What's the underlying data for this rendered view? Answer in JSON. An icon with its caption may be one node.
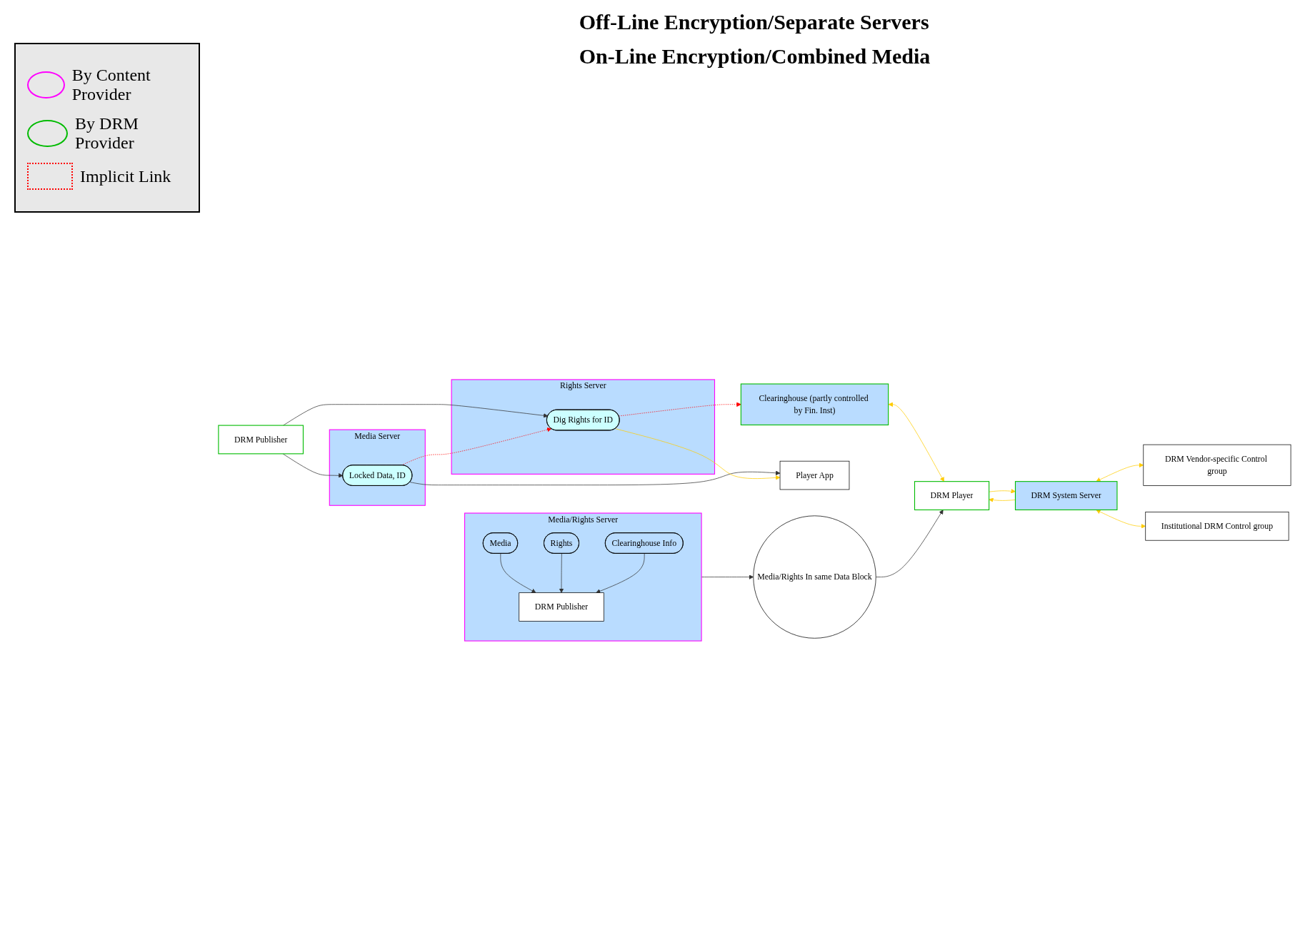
{
  "diagram": {
    "nodes": [
      {
        "text": [
          "Media Server"
        ]
      },
      {
        "text": [
          "Locked Data, ID"
        ],
        "in": 0
      },
      {
        "text": [
          "DRM Publisher"
        ]
      },
      {
        "text": [
          "Rights Server"
        ]
      },
      {
        "text": [
          "Dig Rights for ID"
        ],
        "in": 3
      },
      {
        "text": [
          "Clearinghouse (partly controlled by Fin. Inst)"
        ]
      },
      {
        "text": [
          "Player App"
        ]
      },
      {
        "text": [
          "DRM Player"
        ]
      },
      {
        "text": [
          "Media/Rights In same Data Block"
        ]
      },
      {
        "text": [
          "DRM System Server"
        ]
      },
      {
        "text": [
          "DRM Vendor-specific Control group"
        ]
      },
      {
        "text": [
          "Institutional DRM Control group"
        ]
      },
      {
        "text": [
          "Media/Rights Server"
        ]
      },
      {
        "text": [
          "Media"
        ],
        "in": 12
      },
      {
        "text": [
          "DRM Publisher"
        ],
        "in": 12
      },
      {
        "text": [
          "Rights"
        ],
        "in": 12
      },
      {
        "text": [
          "Clearinghouse Info"
        ],
        "in": 12
      }
    ],
    "edges": [
      {
        "from": 2,
        "to": 1,
        "arrow": "to"
      },
      {
        "from": 2,
        "to": 4,
        "arrow": "to"
      },
      {
        "from": 1,
        "to": 4,
        "arrow": "to",
        "style": "dashed",
        "color": "#ff0000"
      },
      {
        "from": 4,
        "to": 5,
        "arrow": "to",
        "style": "dashed",
        "color": "#ff0000"
      },
      {
        "from": 1,
        "to": 6,
        "arrow": "to"
      },
      {
        "from": 4,
        "to": 6,
        "arrow": "to",
        "color": "#ffcc00"
      },
      {
        "from": 5,
        "to": 7,
        "arrow": "both",
        "color": "#ffcc00"
      },
      {
        "from": 8,
        "to": 7,
        "arrow": "to"
      },
      {
        "from": 12,
        "to": 8,
        "arrow": "to"
      },
      {
        "from": 9,
        "to": 7,
        "arrow": "to",
        "color": "#ffcc00"
      },
      {
        "from": 7,
        "to": 9,
        "arrow": "to",
        "color": "#ffcc00"
      },
      {
        "from": 9,
        "to": 10,
        "arrow": "both",
        "color": "#ffcc00"
      },
      {
        "from": 9,
        "to": 11,
        "arrow": "both",
        "color": "#ffcc00"
      },
      {
        "from": 13,
        "to": 14,
        "arrow": "to"
      },
      {
        "from": 15,
        "to": 14,
        "arrow": "to"
      },
      {
        "from": 16,
        "to": 14,
        "arrow": "to"
      }
    ],
    "labels": [
      "Off-Line Encryption/Separate Servers",
      "On-Line Encryption/Combined Media"
    ],
    "legend": [
      {
        "text": "By Content Provider"
      },
      {
        "text": "By DRM Provider"
      },
      {
        "text": "Implicit Link"
      }
    ]
  }
}
